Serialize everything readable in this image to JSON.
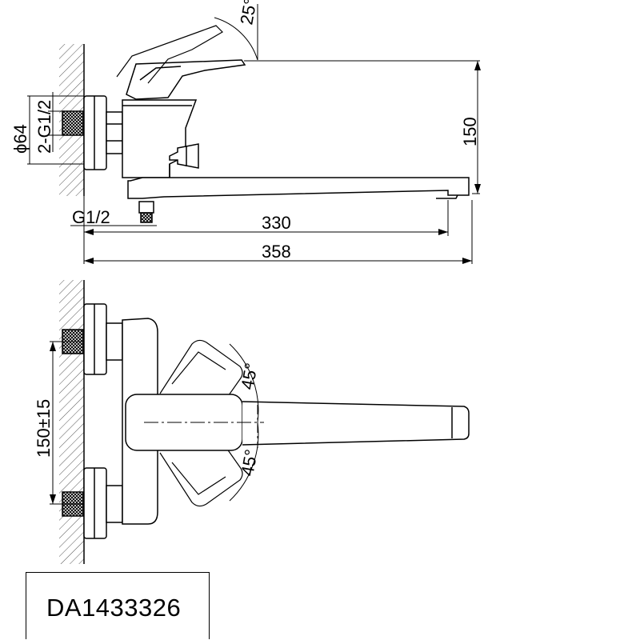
{
  "side_view": {
    "angle_handle": "25°",
    "dim_diameter": "ϕ64",
    "dim_inlets": "2-G1/2",
    "dim_height": "150",
    "dim_outlet_thread": "G1/2",
    "dim_spout_reach": "330",
    "dim_total_length": "358"
  },
  "top_view": {
    "angle_upper": "45°",
    "angle_lower": "45°",
    "dim_centers": "150±15"
  },
  "model_code": "DA1433326",
  "colors": {
    "line": "#000000",
    "hatch": "#444444",
    "background": "#ffffff"
  }
}
